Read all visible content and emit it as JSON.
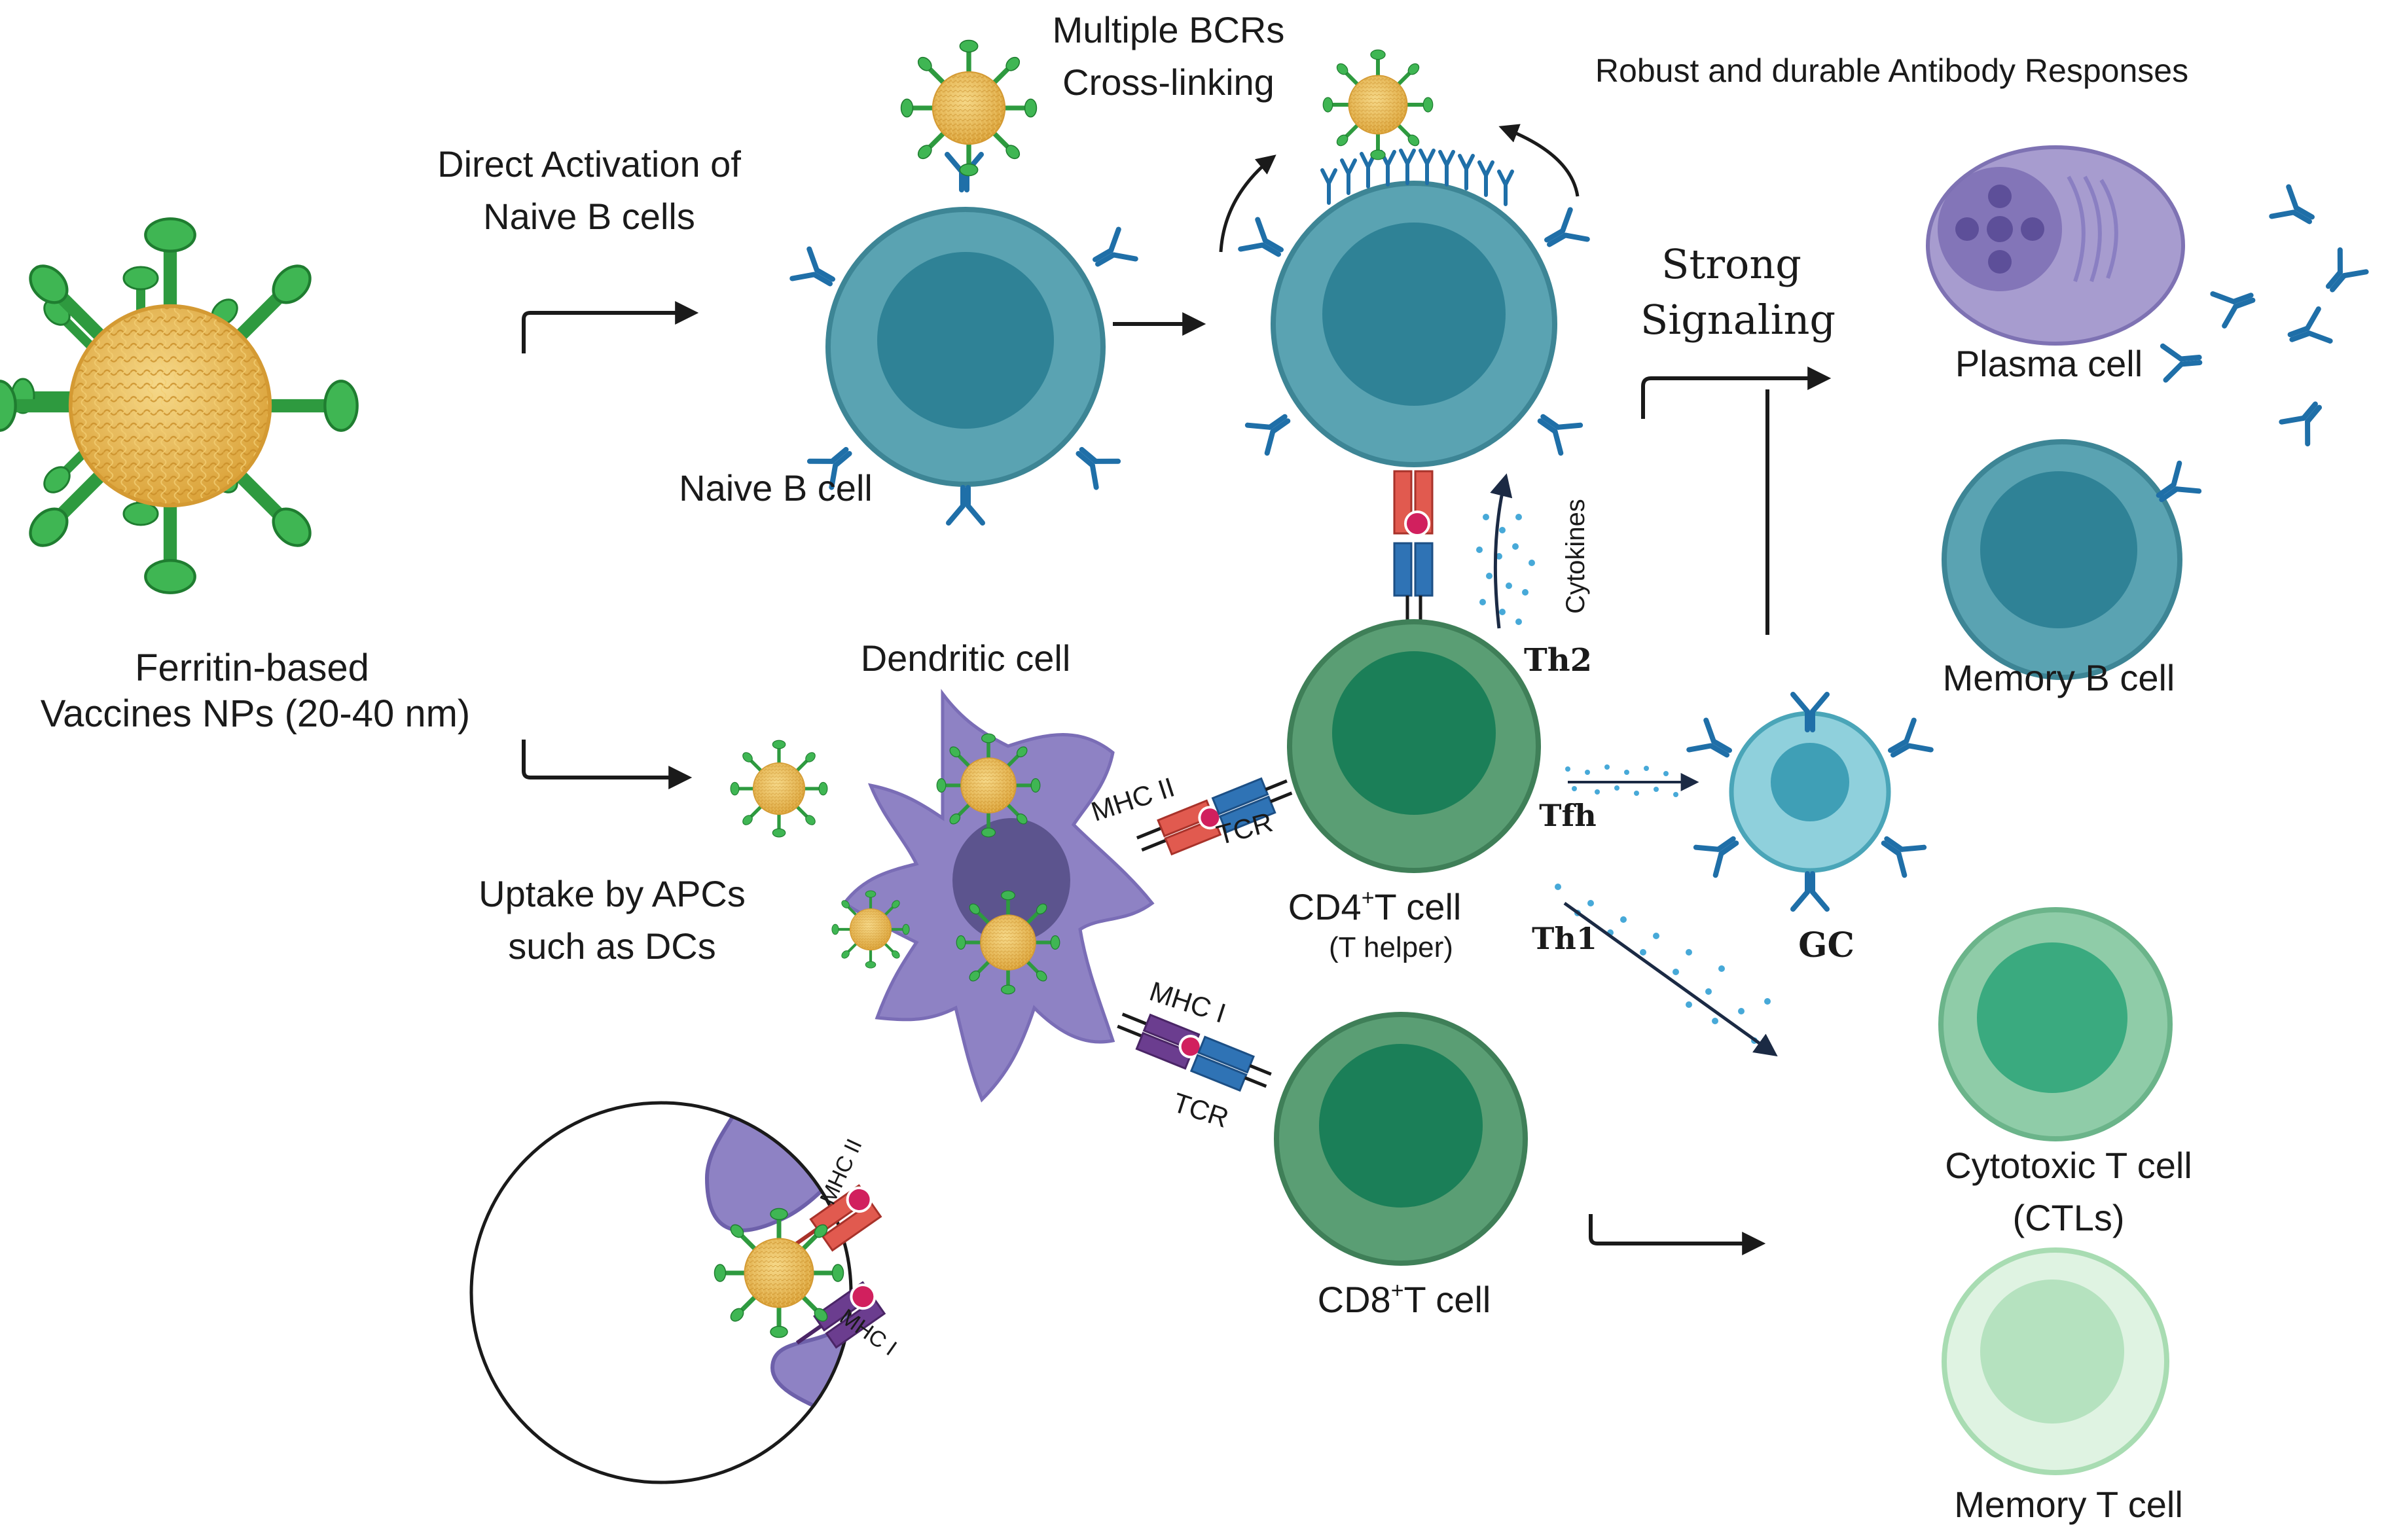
{
  "labels": {
    "np_line1": "Ferritin-based",
    "np_line2": "Vaccines NPs (20-40 nm)",
    "direct_line1": "Direct Activation of",
    "direct_line2": "Naive B cells",
    "naive_b": "Naive B cell",
    "bcr_line1": "Multiple BCRs",
    "bcr_line2": "Cross-linking",
    "robust": "Robust and durable Antibody Responses",
    "strong_line1": "Strong",
    "strong_line2": "Signaling",
    "plasma": "Plasma cell",
    "memory_b": "Memory B cell",
    "cytokines": "Cytokines",
    "th2": "Th2",
    "tfh": "Tfh",
    "th1": "Th1",
    "gc": "GC",
    "dendritic": "Dendritic cell",
    "uptake_line1": "Uptake by APCs",
    "uptake_line2": "such as DCs",
    "mhc2": "MHC II",
    "mhc1": "MHC I",
    "tcr": "TCR",
    "cd4_main": "CD4",
    "cd4_sup": "+",
    "cd4_rest": "T cell",
    "cd4_sub": "(T helper)",
    "cd8_main": "CD8",
    "cd8_sup": "+",
    "cd8_rest": "T cell",
    "ctl_line1": "Cytotoxic T cell",
    "ctl_line2": "(CTLs)",
    "memory_t": "Memory T cell",
    "inset_mhc2": "MHC II",
    "inset_mhc1": "MHC I"
  },
  "colors": {
    "b_cell": "#5aa3b2",
    "b_nucleus": "#2f8296",
    "antibody": "#1f6fa8",
    "t_cell": "#5a9e74",
    "t_nucleus": "#1b7f58",
    "dendritic": "#8e82c4",
    "dc_nucleus": "#5c548e",
    "plasma": "#a79ccf",
    "np_core": "#e9b94f",
    "np_spike": "#3aa84a",
    "mhc_red": "#e15a4f",
    "tcr_blue": "#2f73b5",
    "mhc1_purple": "#6b3d8f",
    "ctl": "#8fcca8",
    "memory_t": "#c7ebcd"
  }
}
